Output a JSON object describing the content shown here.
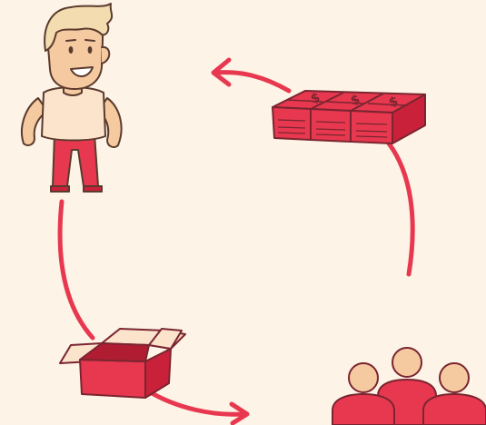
{
  "diagram": {
    "type": "cycle",
    "nodes": [
      {
        "id": "person",
        "icon": "smiling-man-icon"
      },
      {
        "id": "box",
        "icon": "open-box-icon"
      },
      {
        "id": "customers",
        "icon": "people-group-icon"
      },
      {
        "id": "money",
        "icon": "money-stacks-icon"
      }
    ],
    "flow": [
      "person",
      "box",
      "customers",
      "money",
      "person"
    ]
  },
  "colors": {
    "background": "#fdf3e6",
    "accent": "#e8384f",
    "accent_dark": "#c9213a",
    "skin": "#f6caa0",
    "shirt": "#fbe3cc",
    "hair": "#f2dcb0",
    "outline": "#5a3b2e"
  }
}
